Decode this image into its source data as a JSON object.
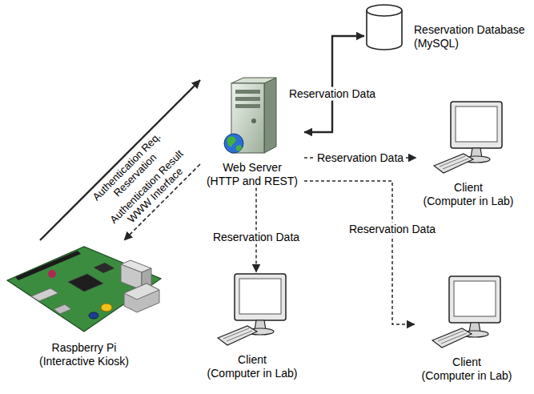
{
  "diagram": {
    "nodes": [
      {
        "text": [
          "Reservation Database (MySQL)"
        ]
      },
      {
        "text": [
          "Web Server (HTTP and REST)"
        ]
      },
      {
        "text": [
          "Client (Computer in Lab)"
        ]
      },
      {
        "text": [
          "Client (Computer in Lab)"
        ]
      },
      {
        "text": [
          "Client (Computer in Lab)"
        ]
      },
      {
        "text": [
          "Raspberry Pi (Interactive Kiosk)"
        ]
      }
    ],
    "edges": [
      {
        "from": 1,
        "to": 0,
        "arrow": "both",
        "label": "Reservation Data"
      },
      {
        "from": 5,
        "to": 1,
        "arrow": "to",
        "label": "Authentication Req. Reservation"
      },
      {
        "from": 1,
        "to": 5,
        "arrow": "to",
        "label": "Authentication Result WWW Interface"
      },
      {
        "from": 1,
        "to": 2,
        "arrow": "to",
        "label": "Reservation Data"
      },
      {
        "from": 1,
        "to": 3,
        "arrow": "to",
        "label": "Reservation Data"
      },
      {
        "from": 1,
        "to": 4,
        "arrow": "to",
        "label": "Reservation Data"
      }
    ]
  }
}
